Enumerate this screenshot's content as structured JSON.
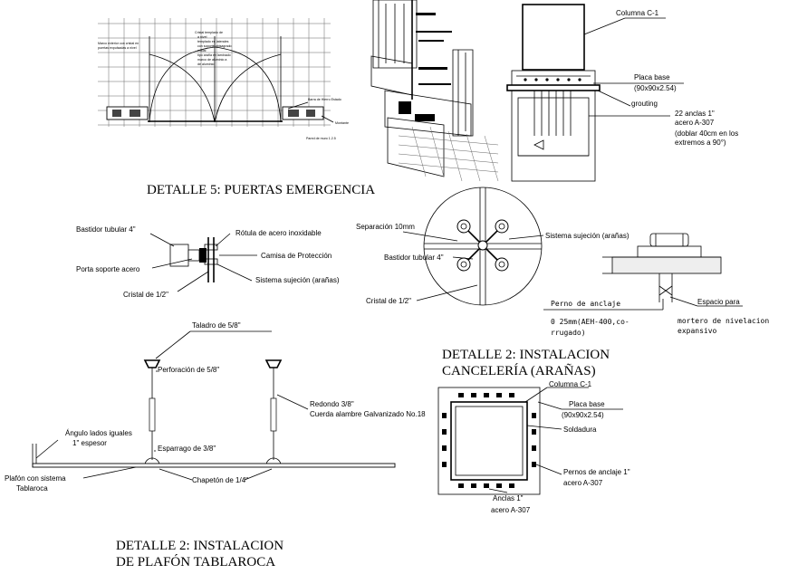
{
  "titles": {
    "detalle5": "DETALLE 5: PUERTAS EMERGENCIA",
    "cancel_1": "DETALLE 2: INSTALACION",
    "cancel_2": "CANCELERÍA (ARAÑAS)",
    "plafon_1": "DETALLE 2: INSTALACION",
    "plafon_2": "DE PLAFÓN TABLAROCA"
  },
  "door": {
    "note_left_a": "Marco exterior con cristal en",
    "note_left_b": "puertas expulsadas a nivel",
    "note_center_1": "Cristal templado de",
    "note_center_2": "a nivel",
    "note_center_3": "templado en laterales",
    "note_center_4": "con soporte abisagrado",
    "note_center_5": "cristal",
    "note_center_6": "tipo araña en laminado",
    "note_center_7": "marco de aluminio a",
    "note_center_8": "de aluminio",
    "note_bar": "Barra de Hierro Estado",
    "note_jamb": "Montante",
    "note_wall": "Pared de muro 1.2.5"
  },
  "column_elev": {
    "columna": "Columna C-1",
    "placa_base": "Placa base",
    "placa_dims": "(90x90x2.54)",
    "grouting": "grouting",
    "anclas": "22 anclas 1\"",
    "acero": "acero A-307",
    "doblar": "(doblar 40cm en los",
    "extremos": "extremos a 90°)"
  },
  "spider_side": {
    "bastidor": "Bastidor tubular 4\"",
    "rotula": "Rótula de acero inoxidable",
    "camisa": "Camisa de Protección",
    "porta": "Porta soporte acero",
    "sistema": "Sistema sujeción (arañas)",
    "cristal": "Cristal de 1/2\""
  },
  "spider_plan": {
    "separacion": "Separación 10mm",
    "sistema": "Sistema sujeción (arañas)",
    "bastidor": "Bastidor tubular 4\"",
    "cristal": "Cristal de 1/2\""
  },
  "anchor": {
    "perno": "Perno de anclaje",
    "dims": "0 25mm(AEH-400,co-",
    "rrugado": "rrugado)",
    "espacio": "Espacio para",
    "mortero": "mortero de nivelacion",
    "expansivo": "expansivo"
  },
  "ceiling": {
    "taladro": "Taladro de 5/8\"",
    "perforacion": "Perforación de 5/8\"",
    "redondo": "Redondo 3/8\"",
    "cuerda": "Cuerda alambre Galvanizado No.18",
    "angulo": "Ángulo lados iguales",
    "espesor": "1\" espesor",
    "esparrago": "Esparrago de 3/8\"",
    "chapeton": "Chapetón de 1/4\"",
    "plafon": "Plafón con sistema",
    "tablaroca": "Tablaroca"
  },
  "column_plan": {
    "columna": "Columna C-1",
    "placa_base": "Placa base",
    "placa_dims": "(90x90x2.54)",
    "soldadura": "Soldadura",
    "pernos": "Pernos de anclaje 1\"",
    "acero_right": "acero A-307",
    "anclas": "Anclas 1\"",
    "acero": "acero A-307"
  }
}
